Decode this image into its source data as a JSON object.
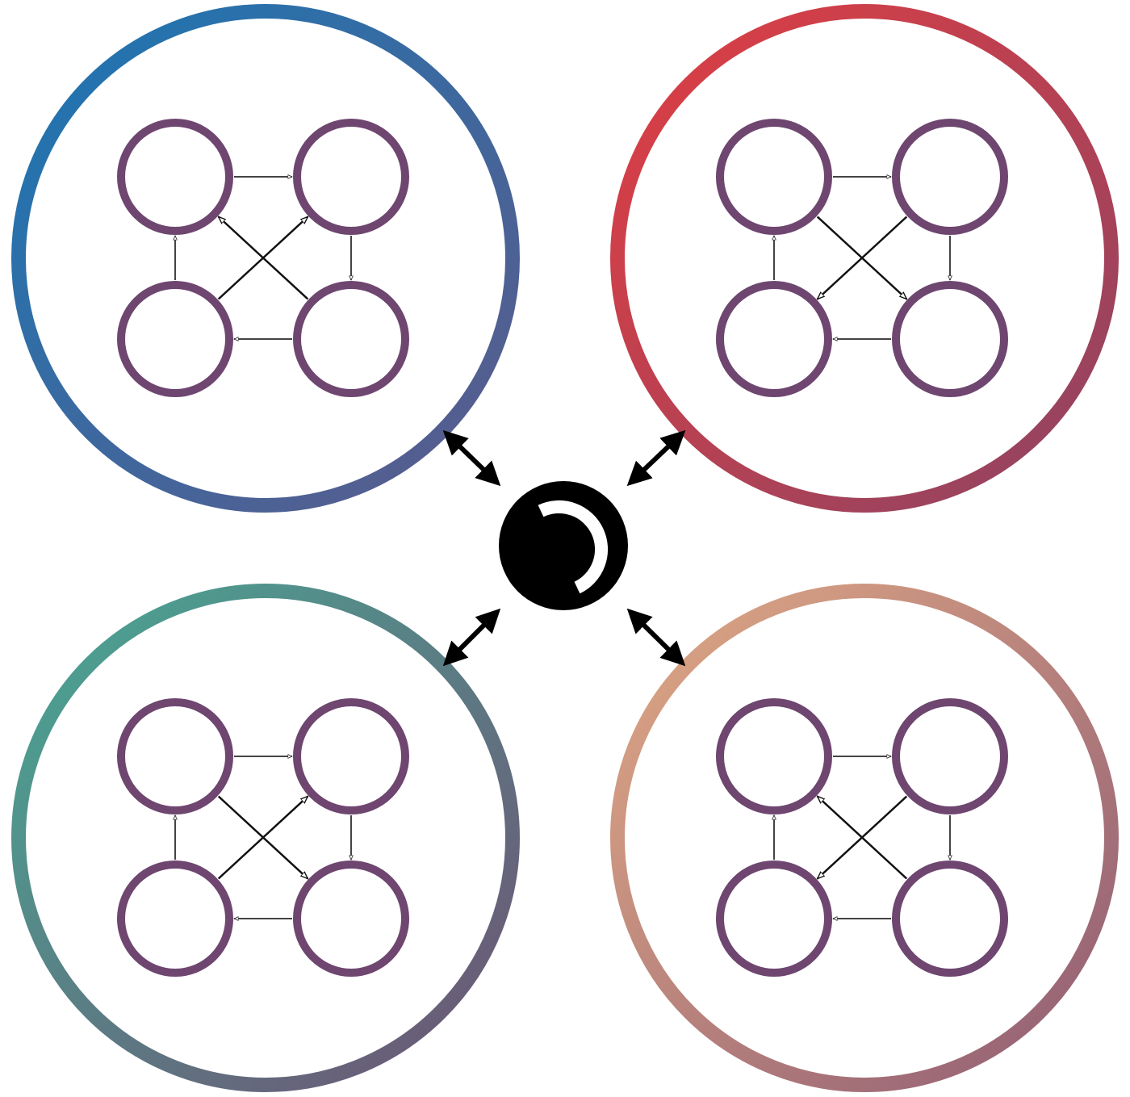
{
  "colors": {
    "background": "#ffffff",
    "node": "#6e4670",
    "thin_edge": "#444444",
    "cross_edge": "#111111",
    "hub": "#000000",
    "hub_arc": "#ffffff",
    "cluster_blue": [
      "#1b77b4",
      "#5d5a8a"
    ],
    "cluster_red": [
      "#e03e42",
      "#8e4463"
    ],
    "cluster_teal": [
      "#48a894",
      "#6e5274"
    ],
    "cluster_peach": [
      "#e0a985",
      "#8f5c74"
    ]
  },
  "diagram": {
    "hub": {
      "icon": "circle-with-arc-icon"
    },
    "clusters": [
      {
        "id": "top-left",
        "color_key": "cluster_blue",
        "nodes": 4,
        "edges": [
          [
            "tl",
            "tr"
          ],
          [
            "tr",
            "br"
          ],
          [
            "br",
            "bl"
          ],
          [
            "bl",
            "tl"
          ],
          [
            "bl",
            "tr"
          ],
          [
            "br",
            "tl"
          ]
        ]
      },
      {
        "id": "top-right",
        "color_key": "cluster_red",
        "nodes": 4,
        "edges": [
          [
            "tl",
            "tr"
          ],
          [
            "tr",
            "br"
          ],
          [
            "br",
            "bl"
          ],
          [
            "bl",
            "tl"
          ],
          [
            "tl",
            "br"
          ],
          [
            "tr",
            "bl"
          ]
        ]
      },
      {
        "id": "bottom-left",
        "color_key": "cluster_teal",
        "nodes": 4,
        "edges": [
          [
            "tl",
            "tr"
          ],
          [
            "tr",
            "br"
          ],
          [
            "br",
            "bl"
          ],
          [
            "bl",
            "tl"
          ],
          [
            "tl",
            "br"
          ],
          [
            "bl",
            "tr"
          ]
        ]
      },
      {
        "id": "bottom-right",
        "color_key": "cluster_peach",
        "nodes": 4,
        "edges": [
          [
            "tl",
            "tr"
          ],
          [
            "tr",
            "br"
          ],
          [
            "br",
            "bl"
          ],
          [
            "bl",
            "tl"
          ],
          [
            "br",
            "tl"
          ],
          [
            "tr",
            "bl"
          ]
        ]
      }
    ],
    "hub_links": [
      {
        "cluster": "top-left",
        "direction": "bidirectional"
      },
      {
        "cluster": "top-right",
        "direction": "bidirectional"
      },
      {
        "cluster": "bottom-left",
        "direction": "bidirectional"
      },
      {
        "cluster": "bottom-right",
        "direction": "bidirectional"
      }
    ]
  }
}
